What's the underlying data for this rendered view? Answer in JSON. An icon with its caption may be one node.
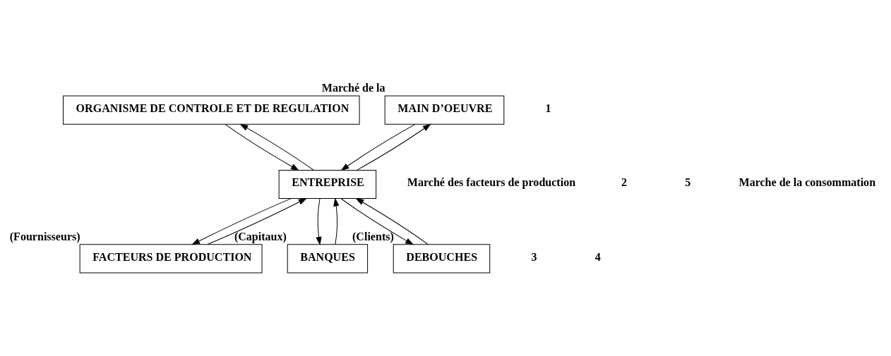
{
  "diagram": {
    "nodes": [
      {
        "text": [
          "ORGANISME DE CONTROLE ET DE REGULATION"
        ]
      },
      {
        "text": [
          "MAIN D’OEUVRE"
        ],
        "beside": [
          "Marché de la"
        ]
      },
      {
        "text": [
          "ENTREPRISE"
        ]
      },
      {
        "text": [
          "FACTEURS DE PRODUCTION"
        ],
        "beside": [
          "(Fournisseurs)"
        ]
      },
      {
        "text": [
          "BANQUES"
        ],
        "beside": [
          "(Capitaux)"
        ]
      },
      {
        "text": [
          "DEBOUCHES"
        ],
        "beside": [
          "(Clients)"
        ]
      }
    ],
    "edges": [
      {
        "from": 2,
        "to": 0,
        "arrow": "to"
      },
      {
        "from": 0,
        "to": 2,
        "arrow": "to"
      },
      {
        "from": 2,
        "to": 1,
        "arrow": "to"
      },
      {
        "from": 1,
        "to": 2,
        "arrow": "to"
      },
      {
        "from": 3,
        "to": 2,
        "arrow": "to"
      },
      {
        "from": 2,
        "to": 3,
        "arrow": "to"
      },
      {
        "from": 4,
        "to": 2,
        "arrow": "to"
      },
      {
        "from": 2,
        "to": 4,
        "arrow": "to"
      },
      {
        "from": 2,
        "to": 5,
        "arrow": "to"
      },
      {
        "from": 5,
        "to": 2,
        "arrow": "to"
      }
    ],
    "labels": [
      "1",
      "Marché des facteurs de production",
      "2",
      "5",
      "Marche de la consommation",
      "3",
      "4"
    ]
  }
}
